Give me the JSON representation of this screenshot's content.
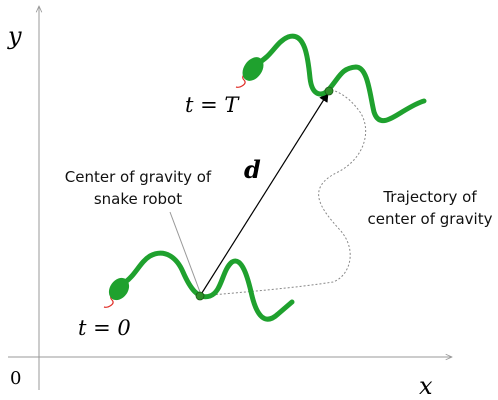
{
  "axes": {
    "x_label": "x",
    "y_label": "y",
    "origin_label": "0"
  },
  "snake_start": {
    "time_label": "t = 0"
  },
  "snake_end": {
    "time_label": "t = T"
  },
  "displacement": {
    "label": "d"
  },
  "annotations": {
    "center_of_gravity": {
      "line1": "Center of gravity of",
      "line2": "snake robot"
    },
    "trajectory": {
      "line1": "Trajectory of",
      "line2": "center of gravity"
    }
  },
  "colors": {
    "snake_body": "#1fa12e",
    "snake_head": "#1fa12e",
    "tongue": "#e0302a",
    "center_point": "#2f8f2a",
    "axis": "#999999",
    "arrow": "#000000",
    "trajectory": "#888888",
    "leader_line": "#999999"
  },
  "icons": {
    "snake": "snake-robot-icon",
    "center_point": "center-of-gravity-marker"
  }
}
